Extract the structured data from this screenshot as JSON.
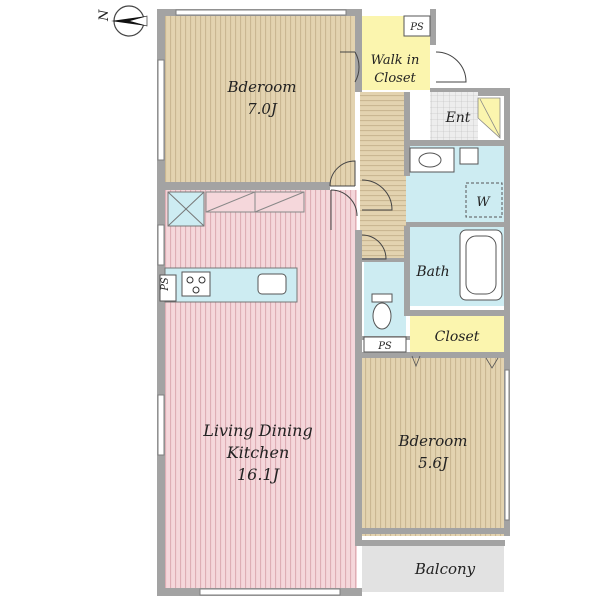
{
  "compass": {
    "label": "N"
  },
  "rooms": {
    "bedroom1": {
      "name": "Bderoom",
      "size": "7.0J"
    },
    "walk_in_closet": {
      "line1": "Walk in",
      "line2": "Closet"
    },
    "entrance": {
      "label": "Ent"
    },
    "washer": {
      "label": "W"
    },
    "bath": {
      "label": "Bath"
    },
    "closet": {
      "label": "Closet"
    },
    "ldk": {
      "line1": "Living Dining",
      "line2": "Kitchen",
      "size": "16.1J"
    },
    "bedroom2": {
      "name": "Bderoom",
      "size": "5.6J"
    },
    "balcony": {
      "label": "Balcony"
    }
  },
  "ps_labels": {
    "top": "PS",
    "kitchen": "PS",
    "toilet": "PS"
  },
  "colors": {
    "wall": "#a3a3a3",
    "wood_floor": "#e3d3b0",
    "wood_stripe": "#c7b48f",
    "ldk_floor": "#f5d7db",
    "ldk_stripe": "#dba9b1",
    "wet_area": "#cdecf2",
    "closet": "#fbf5ae",
    "tile": "#ededed",
    "balcony": "#e2e2e2"
  }
}
